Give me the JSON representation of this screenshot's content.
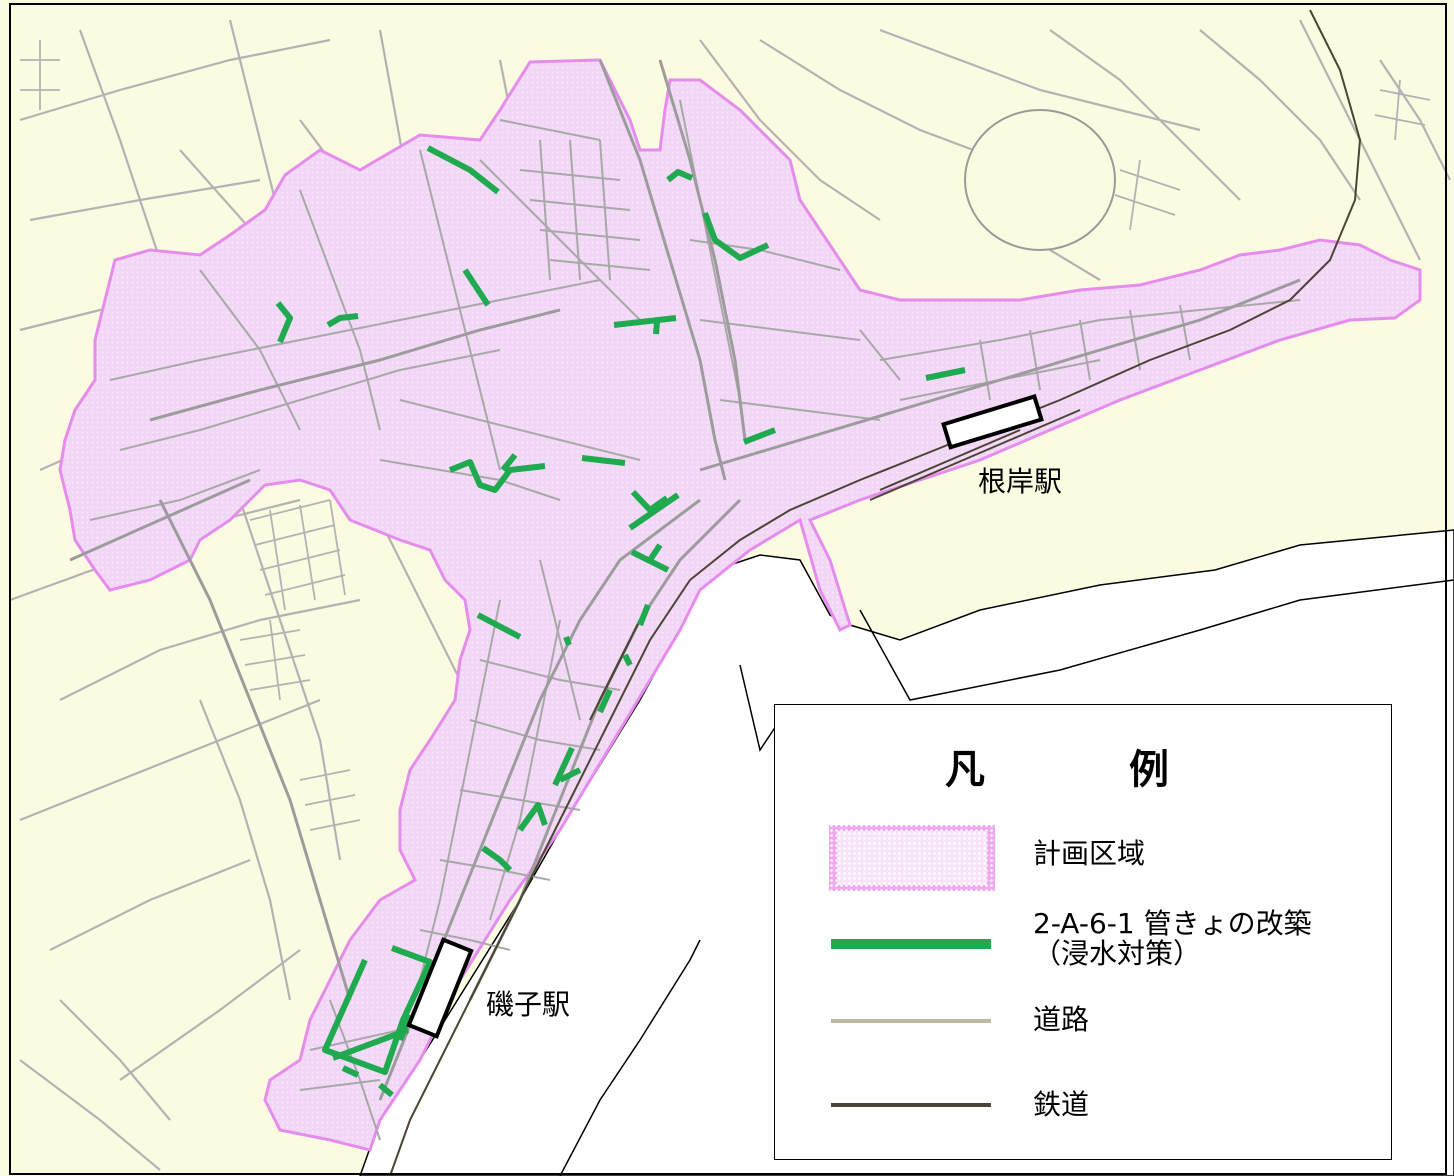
{
  "map": {
    "colors": {
      "land": "#fbfbe2",
      "sea": "#ffffff",
      "planning_area": "#f2d4f6",
      "planning_area_border": "#e58cec",
      "road": "#b9b9b9",
      "road_legend": "#bdb8a0",
      "rail": "#4b4535",
      "pipe": "#1faa4f"
    },
    "stations": [
      {
        "id": "negishi",
        "label": "根岸駅"
      },
      {
        "id": "isogo",
        "label": "磯子駅"
      }
    ]
  },
  "legend": {
    "title": "凡　例",
    "items": [
      {
        "type": "area",
        "label": "計画区域"
      },
      {
        "type": "pipe",
        "label_line1": "2-A-6-1 管きょの改築",
        "label_line2": "（浸水対策）"
      },
      {
        "type": "road",
        "label": "道路"
      },
      {
        "type": "rail",
        "label": "鉄道"
      }
    ]
  }
}
